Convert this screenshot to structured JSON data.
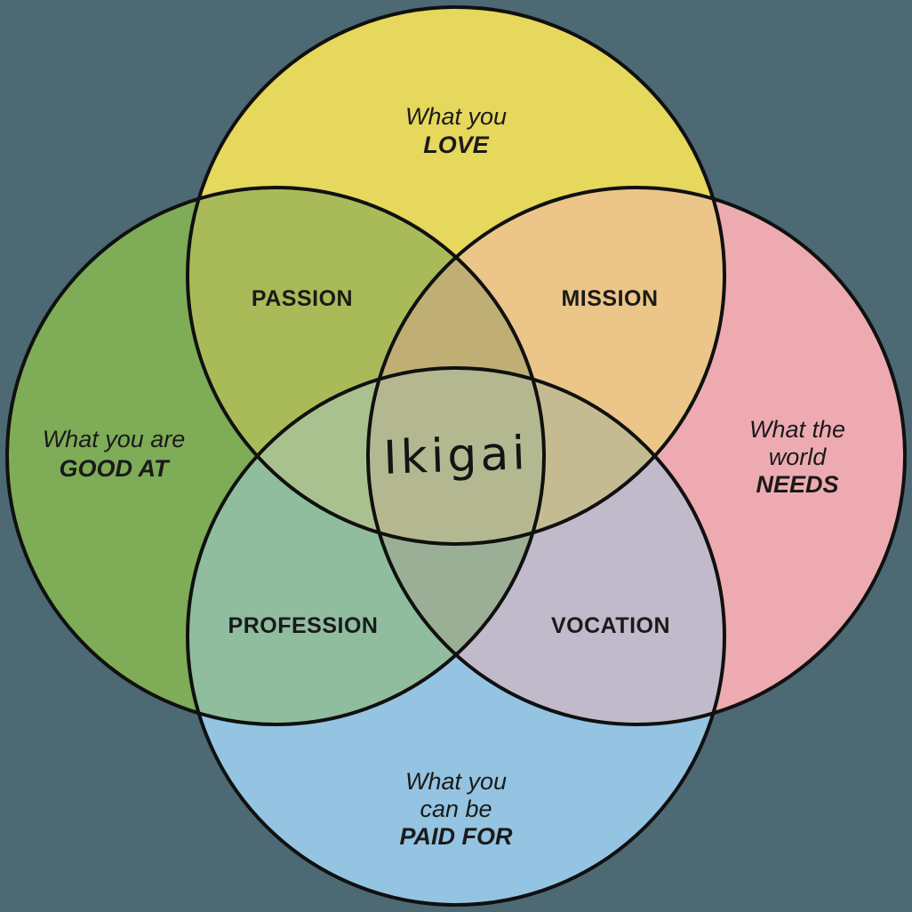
{
  "background": "#4D6973",
  "stroke": {
    "color": "#101010"
  },
  "regions": {
    "love": {
      "label_lines": [
        "What you",
        "LOVE"
      ],
      "color": "#E6D75D"
    },
    "good_at": {
      "label_lines": [
        "What you are",
        "GOOD AT"
      ],
      "color": "#7FAC57"
    },
    "needs": {
      "label_lines": [
        "What the",
        "world",
        "NEEDS"
      ],
      "color": "#EDABB1"
    },
    "paid_for": {
      "label_lines": [
        "What you",
        "can be",
        "PAID FOR"
      ],
      "color": "#94C4E2"
    },
    "passion": {
      "label": "PASSION",
      "color": "#A9BB58"
    },
    "mission": {
      "label": "MISSION",
      "color": "#EBC688"
    },
    "profession": {
      "label": "PROFESSION",
      "color": "#8FBD9E"
    },
    "vocation": {
      "label": "VOCATION",
      "color": "#C0BACA"
    },
    "love_goodat_needs": {
      "color": "#BFAF74"
    },
    "love_goodat_paidfor": {
      "color": "#A9C18F"
    },
    "love_needs_paidfor": {
      "color": "#C4BB93"
    },
    "goodat_needs_paidfor": {
      "color": "#9BAF97"
    },
    "center": {
      "label": "Ikigai",
      "color": "#B4B890"
    }
  }
}
